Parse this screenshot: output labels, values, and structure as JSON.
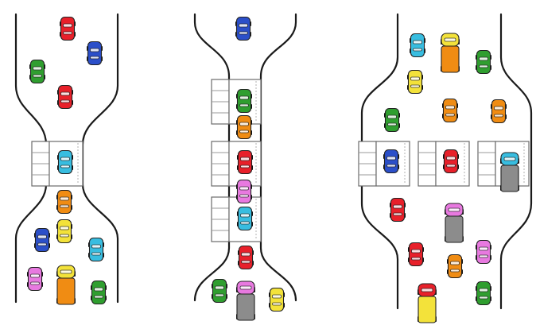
{
  "colors": {
    "red": "#e8202a",
    "blue": "#2b4fc9",
    "green": "#2f9e2f",
    "cyan": "#38bde0",
    "orange": "#f08c13",
    "yellow": "#f3e23a",
    "pink": "#e879e0",
    "gray": "#8c8c8c",
    "road_line": "#1a1a1a",
    "booth_line": "#6b6b6b"
  },
  "panels": [
    {
      "name": "single-booth",
      "booths": 1,
      "vehicles": [
        {
          "type": "car",
          "color": "red"
        },
        {
          "type": "car",
          "color": "blue"
        },
        {
          "type": "car",
          "color": "green"
        },
        {
          "type": "car",
          "color": "red"
        },
        {
          "type": "car",
          "color": "cyan"
        },
        {
          "type": "car",
          "color": "orange"
        },
        {
          "type": "car",
          "color": "yellow"
        },
        {
          "type": "car",
          "color": "blue"
        },
        {
          "type": "car",
          "color": "cyan"
        },
        {
          "type": "car",
          "color": "pink"
        },
        {
          "type": "truck",
          "color": "orange",
          "cab": "yellow"
        },
        {
          "type": "car",
          "color": "green"
        }
      ]
    },
    {
      "name": "three-booths-in-series",
      "booths": 3,
      "vehicles": [
        {
          "type": "car",
          "color": "blue"
        },
        {
          "type": "car",
          "color": "green"
        },
        {
          "type": "car",
          "color": "orange"
        },
        {
          "type": "car",
          "color": "red"
        },
        {
          "type": "car",
          "color": "pink"
        },
        {
          "type": "car",
          "color": "cyan"
        },
        {
          "type": "car",
          "color": "red"
        },
        {
          "type": "car",
          "color": "green"
        },
        {
          "type": "truck",
          "color": "gray",
          "cab": "pink"
        },
        {
          "type": "car",
          "color": "yellow"
        }
      ]
    },
    {
      "name": "three-booths-in-parallel",
      "booths": 3,
      "vehicles": [
        {
          "type": "car",
          "color": "cyan"
        },
        {
          "type": "truck",
          "color": "orange",
          "cab": "yellow"
        },
        {
          "type": "car",
          "color": "green"
        },
        {
          "type": "car",
          "color": "yellow"
        },
        {
          "type": "car",
          "color": "orange"
        },
        {
          "type": "car",
          "color": "orange"
        },
        {
          "type": "car",
          "color": "green"
        },
        {
          "type": "car",
          "color": "blue"
        },
        {
          "type": "car",
          "color": "red"
        },
        {
          "type": "truck",
          "color": "gray",
          "cab": "cyan"
        },
        {
          "type": "car",
          "color": "red"
        },
        {
          "type": "truck",
          "color": "gray",
          "cab": "pink"
        },
        {
          "type": "car",
          "color": "red"
        },
        {
          "type": "car",
          "color": "orange"
        },
        {
          "type": "car",
          "color": "pink"
        },
        {
          "type": "car",
          "color": "green"
        },
        {
          "type": "truck",
          "color": "yellow",
          "cab": "red"
        }
      ]
    }
  ]
}
